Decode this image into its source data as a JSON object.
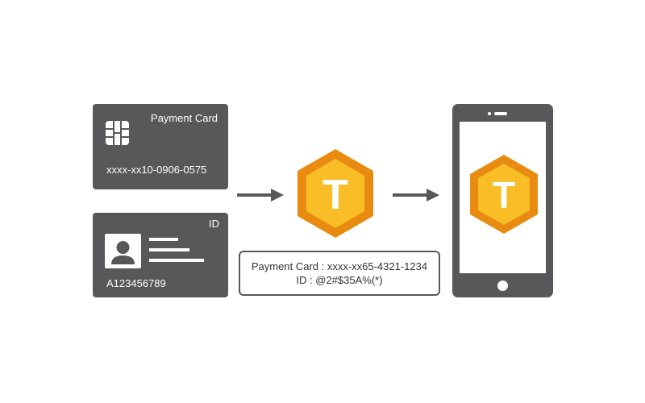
{
  "payment_card": {
    "title": "Payment Card",
    "number": "xxxx-xx10-0906-0575",
    "icon": "chip-icon"
  },
  "id_card": {
    "title": "ID",
    "number": "A123456789",
    "icon": "person-photo-icon"
  },
  "token": {
    "letter": "T",
    "icon": "hexagon-token-icon"
  },
  "info_box": {
    "payment_line": "Payment Card : xxxx-xx65-4321-1234",
    "id_line": "ID : @2#$35A%(*)"
  },
  "colors": {
    "card": "#58585a",
    "hex_outer": "#e88b10",
    "hex_inner": "#f8bd27",
    "text_dark": "#333333"
  }
}
